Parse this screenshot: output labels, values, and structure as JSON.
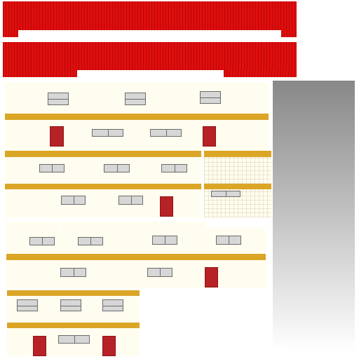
{
  "scene": {
    "type": "building-construction-sprite-sheet",
    "colors": {
      "roof": "#e30d0d",
      "wall": "#fffdef",
      "floor_band": "#dba526",
      "door": "#b72226",
      "window": "#d7d7d7",
      "window_frame": "#6c6c6c",
      "panel_top": "#888888",
      "panel_bottom": "#ffffff"
    },
    "pieces": {
      "roofs": 2,
      "buildings": 3,
      "doors": 6,
      "windows": 20,
      "gradient_panels": 1
    }
  }
}
